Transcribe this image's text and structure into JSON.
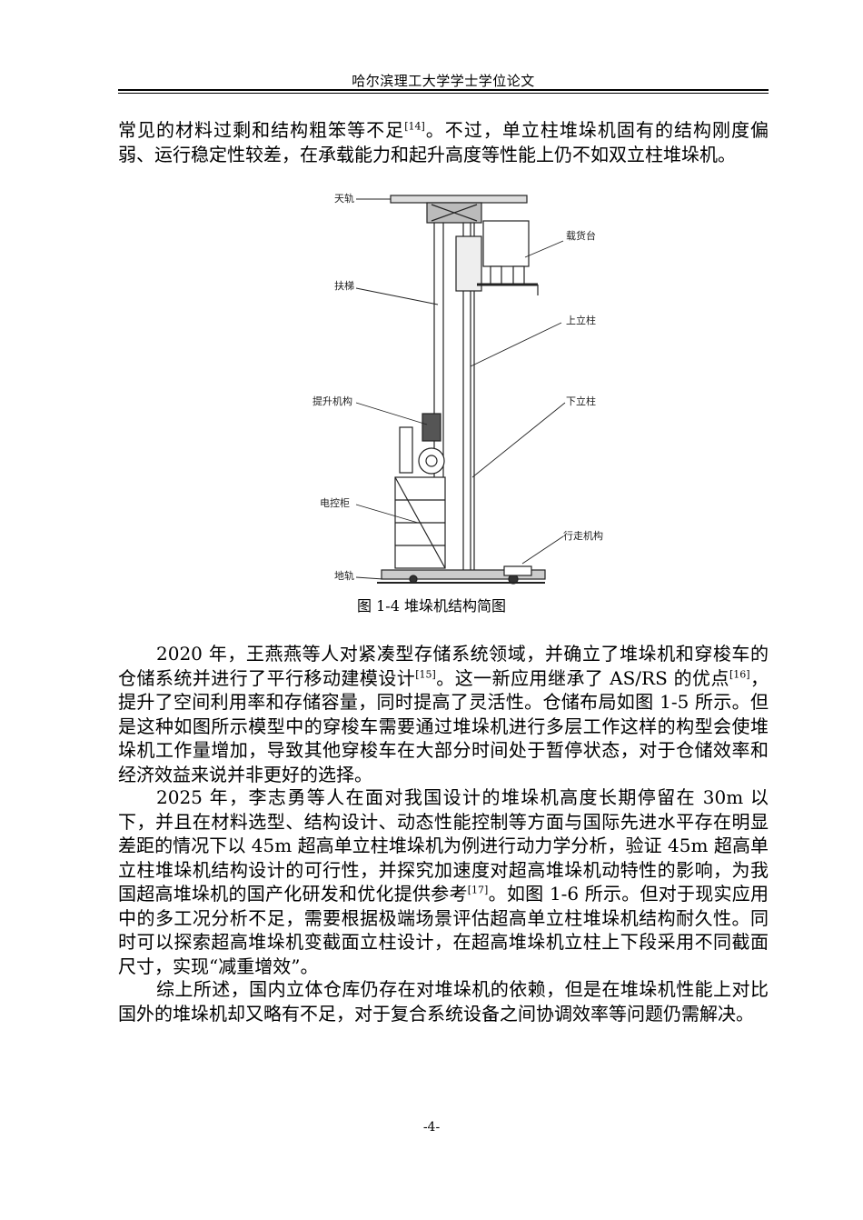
{
  "header": {
    "title": "哈尔滨理工大学学士学位论文"
  },
  "paragraphs": {
    "p1": {
      "text": "常见的材料过剩和结构粗笨等不足",
      "ref": "[14]",
      "tail": "。不过，单立柱堆垛机固有的结构刚度偏弱、运行稳定性较差，在承载能力和起升高度等性能上仍不如双立柱堆垛机。"
    },
    "p2": {
      "a": "2020 年，王燕燕等人对紧凑型存储系统领域，并确立了堆垛机和穿梭车的仓储系统并进行了平行移动建模设计",
      "ref1": "[15]",
      "b": "。这一新应用继承了 AS/RS 的优点",
      "ref2": "[16]",
      "c": "，提升了空间利用率和存储容量，同时提高了灵活性。仓储布局如图 1-5 所示。但是这种如图所示模型中的穿梭车需要通过堆垛机进行多层工作这样的构型会使堆垛机工作量增加，导致其他穿梭车在大部分时间处于暂停状态，对于仓储效率和经济效益来说并非更好的选择。"
    },
    "p3": {
      "a": "2025 年，李志勇等人在面对我国设计的堆垛机高度长期停留在 30m 以下，并且在材料选型、结构设计、动态性能控制等方面与国际先进水平存在明显差距的情况下以 45m 超高单立柱堆垛机为例进行动力学分析，验证 45m 超高单立柱堆垛机结构设计的可行性，并探究加速度对超高堆垛机动特性的影响，为我国超高堆垛机的国产化研发和优化提供参考",
      "ref": "[17]",
      "b": "。如图 1-6 所示。但对于现实应用中的多工况分析不足，需要根据极端场景评估超高单立柱堆垛机结构耐久性。同时可以探索超高堆垛机变截面立柱设计，在超高堆垛机立柱上下段采用不同截面尺寸，实现“减重增效”。"
    },
    "p4": {
      "text": "综上所述，国内立体仓库仍存在对堆垛机的依赖，但是在堆垛机性能上对比国外的堆垛机却又略有不足，对于复合系统设备之间协调效率等问题仍需解决。"
    }
  },
  "figure": {
    "labels": {
      "top_rail": "天轨",
      "cargo_platform": "载货台",
      "ladder": "扶梯",
      "upper_column": "上立柱",
      "lifting_mechanism": "提升机构",
      "lower_column": "下立柱",
      "control_cabinet": "电控柜",
      "travel_mechanism": "行走机构",
      "ground_rail": "地轨"
    },
    "caption": "图 1-4 堆垛机结构简图"
  },
  "page_number": "-4-"
}
